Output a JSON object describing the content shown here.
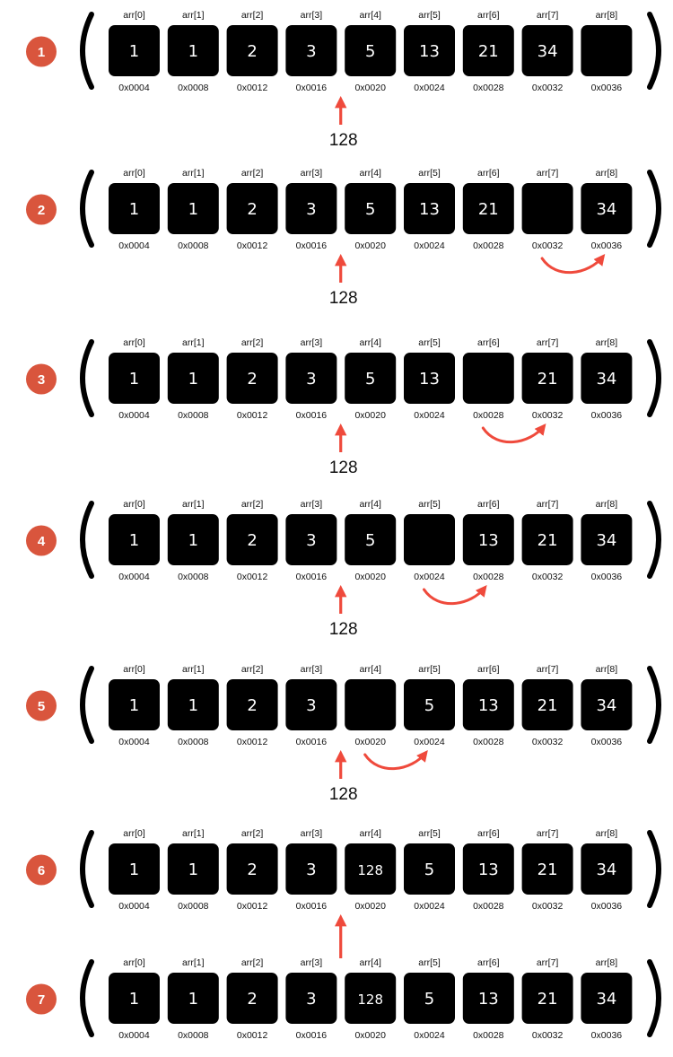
{
  "colors": {
    "badge": "#d9553d",
    "cell": "#000000",
    "arrow": "#ef4a3c",
    "text": "#111111"
  },
  "insert_value": "128",
  "indices": [
    "arr[0]",
    "arr[1]",
    "arr[2]",
    "arr[3]",
    "arr[4]",
    "arr[5]",
    "arr[6]",
    "arr[7]",
    "arr[8]"
  ],
  "addresses": [
    "0x0004",
    "0x0008",
    "0x0012",
    "0x0016",
    "0x0020",
    "0x0024",
    "0x0028",
    "0x0032",
    "0x0036"
  ],
  "steps": [
    {
      "label": "1",
      "cells": [
        "1",
        "1",
        "2",
        "3",
        "5",
        "13",
        "21",
        "34",
        ""
      ],
      "shift_from": null,
      "shift_to": null,
      "insert_label": "128"
    },
    {
      "label": "2",
      "cells": [
        "1",
        "1",
        "2",
        "3",
        "5",
        "13",
        "21",
        "",
        "34"
      ],
      "shift_from": 7,
      "shift_to": 8,
      "insert_label": "128"
    },
    {
      "label": "3",
      "cells": [
        "1",
        "1",
        "2",
        "3",
        "5",
        "13",
        "",
        "21",
        "34"
      ],
      "shift_from": 6,
      "shift_to": 7,
      "insert_label": "128"
    },
    {
      "label": "4",
      "cells": [
        "1",
        "1",
        "2",
        "3",
        "5",
        "",
        "13",
        "21",
        "34"
      ],
      "shift_from": 5,
      "shift_to": 6,
      "insert_label": "128"
    },
    {
      "label": "5",
      "cells": [
        "1",
        "1",
        "2",
        "3",
        "",
        "5",
        "13",
        "21",
        "34"
      ],
      "shift_from": 4,
      "shift_to": 5,
      "insert_label": "128"
    },
    {
      "label": "6",
      "cells": [
        "1",
        "1",
        "2",
        "3",
        "128",
        "5",
        "13",
        "21",
        "34"
      ],
      "shift_from": null,
      "shift_to": null,
      "insert_label": ""
    },
    {
      "label": "7",
      "cells": [
        "1",
        "1",
        "2",
        "3",
        "128",
        "5",
        "13",
        "21",
        "34"
      ],
      "shift_from": null,
      "shift_to": null,
      "insert_label": null
    }
  ]
}
